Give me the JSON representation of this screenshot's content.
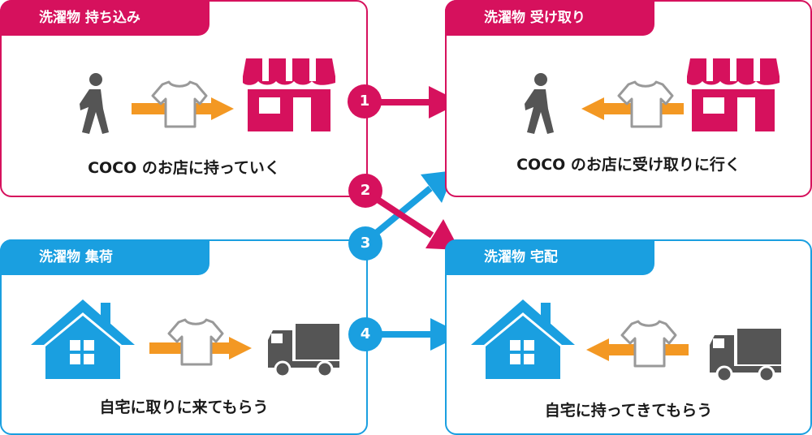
{
  "boxes": {
    "dropoff": {
      "title": "洗濯物 持ち込み",
      "caption": "COCO のお店に持っていく"
    },
    "pickup": {
      "title": "洗濯物 受け取り",
      "caption": "COCO のお店に受け取りに行く"
    },
    "collection": {
      "title": "洗濯物 集荷",
      "caption": "自宅に取りに来てもらう"
    },
    "delivery": {
      "title": "洗濯物 宅配",
      "caption": "自宅に持ってきてもらう"
    }
  },
  "steps": [
    "1",
    "2",
    "3",
    "4"
  ],
  "colors": {
    "pink": "#d6115d",
    "blue": "#1a9fe0",
    "orange": "#f39823",
    "gray": "#555555"
  },
  "icons": [
    "walking-person-icon",
    "shirt-icon",
    "store-icon",
    "house-icon",
    "truck-icon",
    "arrow-icon"
  ]
}
